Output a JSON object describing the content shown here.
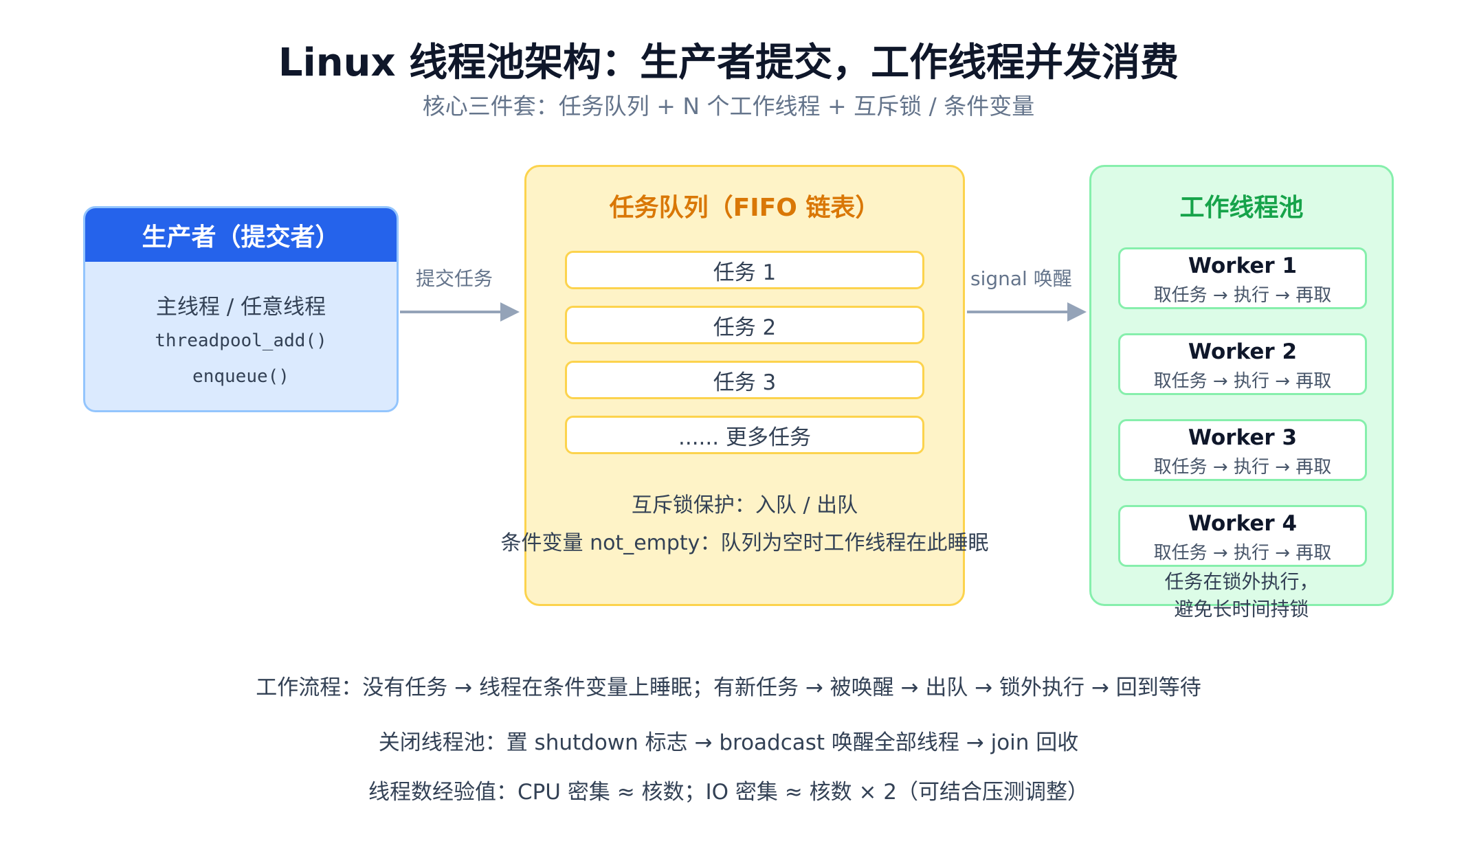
{
  "header": {
    "title": "Linux 线程池架构：生产者提交，工作线程并发消费",
    "subtitle": "核心三件套：任务队列 + N 个工作线程 + 互斥锁 / 条件变量"
  },
  "producer": {
    "title": "生产者（提交者）",
    "line1": "主线程 / 任意线程",
    "line2": "threadpool_add()",
    "line3": "enqueue()"
  },
  "arrows": {
    "submit": "提交任务",
    "signal": "signal 唤醒"
  },
  "queue": {
    "title": "任务队列（FIFO 链表）",
    "tasks": [
      "任务 1",
      "任务 2",
      "任务 3",
      "...... 更多任务"
    ],
    "note1": "互斥锁保护：入队 / 出队",
    "note2": "条件变量 not_empty：队列为空时工作线程在此睡眠"
  },
  "pool": {
    "title": "工作线程池",
    "workers": [
      {
        "name": "Worker 1",
        "desc": "取任务 → 执行 → 再取"
      },
      {
        "name": "Worker 2",
        "desc": "取任务 → 执行 → 再取"
      },
      {
        "name": "Worker 3",
        "desc": "取任务 → 执行 → 再取"
      },
      {
        "name": "Worker 4",
        "desc": "取任务 → 执行 → 再取"
      }
    ],
    "note1": "任务在锁外执行，",
    "note2": "避免长时间持锁"
  },
  "footer": {
    "line1": "工作流程：没有任务 → 线程在条件变量上睡眠；有新任务 → 被唤醒 → 出队 → 锁外执行 → 回到等待",
    "line2": "关闭线程池：置 shutdown 标志 → broadcast 唤醒全部线程 → join 回收",
    "line3": "线程数经验值：CPU 密集 ≈ 核数；IO 密集 ≈ 核数 × 2（可结合压测调整）"
  },
  "colors": {
    "producer_head": "#2563eb",
    "producer_fill": "#dbeafe",
    "queue_fill": "#fef3c7",
    "queue_border": "#fcd34d",
    "queue_title": "#d97706",
    "pool_fill": "#dcfce7",
    "pool_border": "#86efac",
    "pool_title": "#16a34a",
    "arrow": "#94a3b8"
  }
}
